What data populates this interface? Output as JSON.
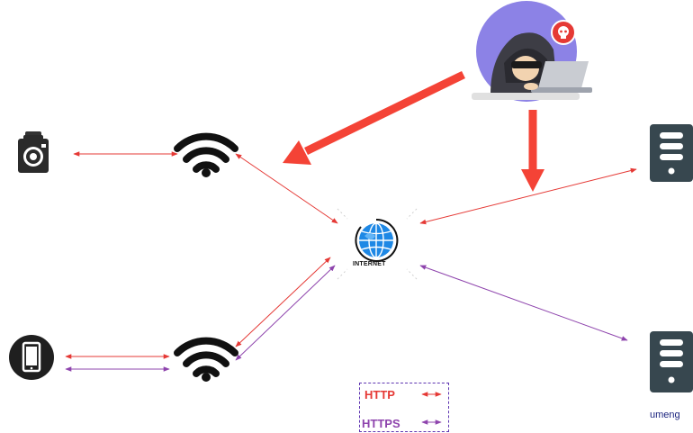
{
  "internet": {
    "label": "INTERNET"
  },
  "servers": {
    "umeng_label": "umeng"
  },
  "legend": {
    "http_label": "HTTP",
    "https_label": "HTTPS",
    "http_color": "#e53935",
    "https_color": "#8e44ad"
  },
  "colors": {
    "attack_arrow": "#f44336",
    "attacker_bg": "#8c82e6",
    "device_dark": "#222222",
    "server_dark": "#37474f",
    "globe_blue": "#1e88e5"
  },
  "icons": [
    "camera-icon",
    "phone-icon",
    "wifi-icon",
    "globe-icon",
    "server-icon",
    "hacker-icon",
    "alert-icon"
  ]
}
